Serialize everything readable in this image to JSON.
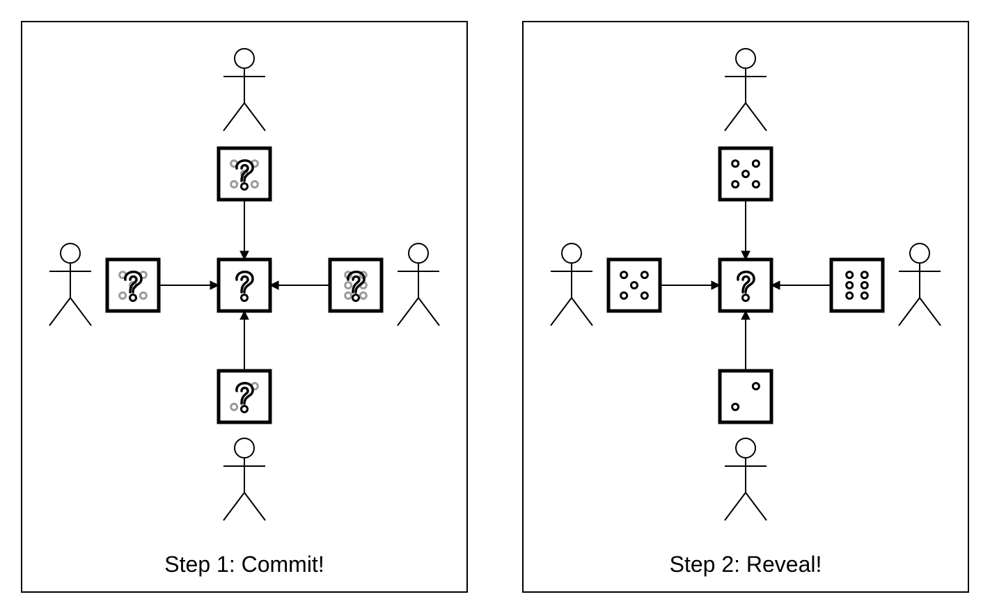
{
  "panels": [
    {
      "caption": "Step 1: Commit!",
      "center": {
        "symbol": "?"
      },
      "participants": [
        {
          "position": "top",
          "die": {
            "hidden": true,
            "face": 5
          }
        },
        {
          "position": "left",
          "die": {
            "hidden": true,
            "face": 5
          }
        },
        {
          "position": "right",
          "die": {
            "hidden": true,
            "face": 6
          }
        },
        {
          "position": "bottom",
          "die": {
            "hidden": true,
            "face": 2
          }
        }
      ]
    },
    {
      "caption": "Step 2: Reveal!",
      "center": {
        "symbol": "?"
      },
      "participants": [
        {
          "position": "top",
          "die": {
            "hidden": false,
            "face": 5
          }
        },
        {
          "position": "left",
          "die": {
            "hidden": false,
            "face": 5
          }
        },
        {
          "position": "right",
          "die": {
            "hidden": false,
            "face": 6
          }
        },
        {
          "position": "bottom",
          "die": {
            "hidden": false,
            "face": 2
          }
        }
      ]
    }
  ],
  "colors": {
    "stroke": "#000000",
    "ghost_pip": "#9a9a9a",
    "background": "#ffffff"
  }
}
